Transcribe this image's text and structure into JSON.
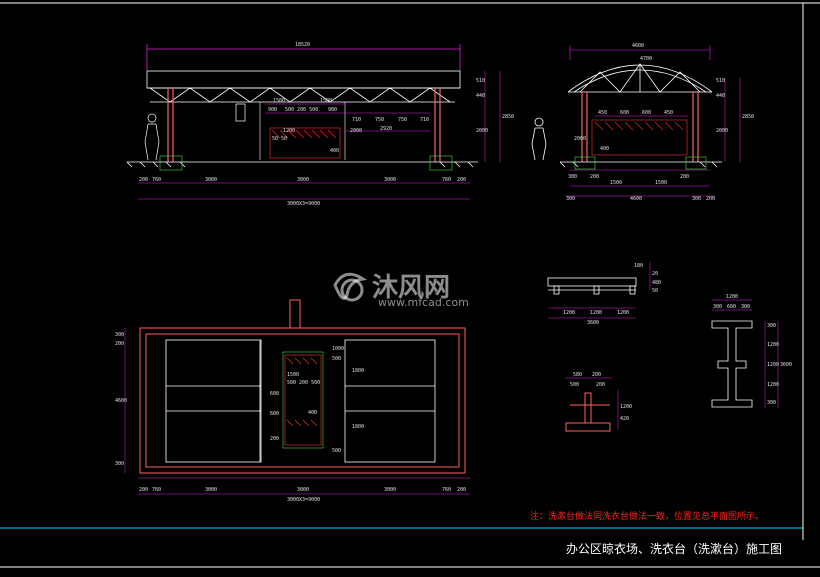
{
  "drawing": {
    "colors": {
      "background": "#000000",
      "dimension": "#e020e0",
      "structure": "#ffffff",
      "wall": "#ff6060",
      "lattice": "#ff3030",
      "green": "#40e040",
      "frame": "#00e0ff",
      "note": "#ff2020"
    },
    "side_elevation": {
      "top_dim": "18520",
      "right_dims": [
        "510",
        "440",
        "2000",
        "2850"
      ],
      "inner_dims": [
        "1500",
        "1500",
        "900",
        "500 200 500",
        "900",
        "710",
        "750",
        "750",
        "710",
        "2920",
        "1200",
        "50 50",
        "400",
        "2000"
      ],
      "bottom_dims": [
        "200",
        "760",
        "3000",
        "3000",
        "3000",
        "760",
        "200"
      ],
      "total_dim": "3000X3=9000"
    },
    "end_elevation": {
      "top_dims": [
        "4600",
        "4700"
      ],
      "right_dims": [
        "510",
        "440",
        "2000",
        "2850"
      ],
      "inner_dims": [
        "450",
        "600",
        "600",
        "450",
        "400",
        "2000"
      ],
      "bottom_dims": [
        "300",
        "200",
        "1500",
        "1500",
        "200",
        "300",
        "4600",
        "300",
        "200"
      ]
    },
    "plan": {
      "left_dims": [
        "300",
        "200",
        "4600",
        "300"
      ],
      "inner_dims": [
        "1500",
        "500 200 500",
        "600",
        "1000",
        "500",
        "1800",
        "1800",
        "500",
        "600",
        "400",
        "200"
      ],
      "bottom_dims": [
        "200",
        "760",
        "3000",
        "3000",
        "3000",
        "760",
        "200"
      ],
      "total_dim": "3000X3=9000"
    },
    "section_detail": {
      "dims": [
        "180",
        "20",
        "480",
        "50",
        "1200",
        "1200",
        "1200",
        "3600"
      ]
    },
    "sink_detail": {
      "dims": [
        "580",
        "200",
        "500",
        "200",
        "1200",
        "420"
      ]
    },
    "column_detail": {
      "top_dims": [
        "1200",
        "300",
        "600",
        "300"
      ],
      "right_dims": [
        "300",
        "1200",
        "1200",
        "1200",
        "300",
        "3600"
      ]
    },
    "watermark": {
      "brand": "沐风网",
      "url": "www.mfcad.com"
    },
    "note": "注：洗漱台做法同洗衣台做法一致，位置见总平面图所示。",
    "title": "办公区晾衣场、洗衣台（洗漱台）施工图"
  }
}
